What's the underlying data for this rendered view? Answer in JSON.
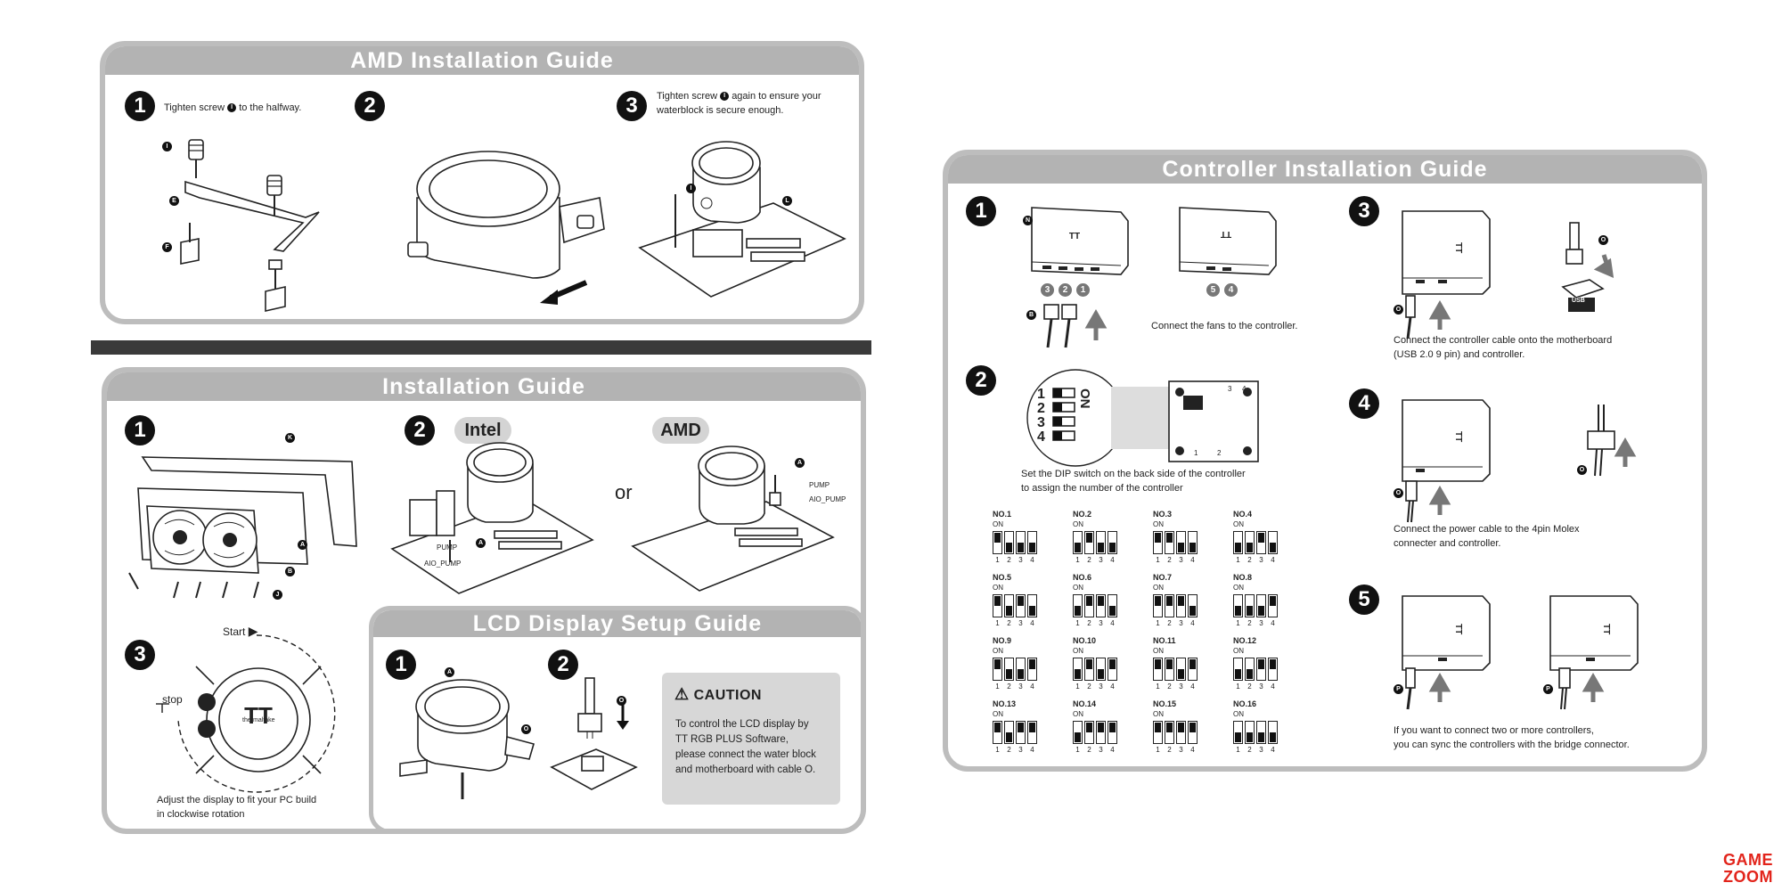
{
  "amd": {
    "title": "AMD Installation Guide",
    "step1_text_a": "Tighten screw",
    "step1_badge": "I",
    "step1_text_b": "to the halfway.",
    "step3_text_a": "Tighten screw",
    "step3_badge": "I",
    "step3_text_b": "again to ensure your",
    "step3_text_c": "waterblock is secure enough.",
    "labels": {
      "i": "I",
      "e": "E",
      "f": "F",
      "l": "L"
    }
  },
  "install": {
    "title": "Installation Guide",
    "intel_label": "Intel",
    "amd_label": "AMD",
    "or_label": "or",
    "pump_label": "PUMP",
    "aio_pump_label": "AIO_PUMP",
    "pump_label_2": "PUMP",
    "aio_pump_label_2": "AIO_PUMP",
    "start_label": "Start",
    "stop_label": "stop",
    "brand_label": "thermaltake",
    "step3_text_a": "Adjust the display to fit your PC build",
    "step3_text_b": "in clockwise rotation",
    "labels": {
      "k": "K",
      "a": "A",
      "b": "B",
      "j": "J"
    }
  },
  "lcd": {
    "title": "LCD Display Setup Guide",
    "caution_title": "CAUTION",
    "caution_lines": [
      "To control the LCD display by",
      "TT RGB PLUS Software,",
      "please connect the water block",
      "and motherboard with cable O."
    ],
    "labels": {
      "a": "A",
      "o": "O"
    }
  },
  "controller": {
    "title": "Controller Installation Guide",
    "step1_text": "Connect the fans to the controller.",
    "step2_text_a": "Set the DIP switch on the back side of the controller",
    "step2_text_b": "to assign the number of the controller",
    "step3_text_a": "Connect the controller cable onto the motherboard",
    "step3_text_b": "(USB 2.0 9 pin) and controller.",
    "step4_text_a": "Connect the power cable to the 4pin Molex",
    "step4_text_b": "connecter and controller.",
    "step5_text_a": "If you want to connect two or more controllers,",
    "step5_text_b": "you can sync the controllers with the bridge connector.",
    "usb_label": "USB",
    "fan_ports": [
      "3",
      "2",
      "1",
      "5",
      "4"
    ],
    "dip_on_big": "ON",
    "dip_digits_big": [
      "1",
      "2",
      "3",
      "4"
    ],
    "board_numbers": [
      "1",
      "2",
      "3",
      "4"
    ],
    "labels": {
      "n": "N",
      "b": "B",
      "o": "O",
      "p": "P"
    },
    "dip_on": "ON",
    "dip_nums": [
      "1",
      "2",
      "3",
      "4"
    ],
    "dip_settings": [
      {
        "label": "NO.1",
        "on": [
          true,
          false,
          false,
          false
        ]
      },
      {
        "label": "NO.2",
        "on": [
          false,
          true,
          false,
          false
        ]
      },
      {
        "label": "NO.3",
        "on": [
          true,
          true,
          false,
          false
        ]
      },
      {
        "label": "NO.4",
        "on": [
          false,
          false,
          true,
          false
        ]
      },
      {
        "label": "NO.5",
        "on": [
          true,
          false,
          true,
          false
        ]
      },
      {
        "label": "NO.6",
        "on": [
          false,
          true,
          true,
          false
        ]
      },
      {
        "label": "NO.7",
        "on": [
          true,
          true,
          true,
          false
        ]
      },
      {
        "label": "NO.8",
        "on": [
          false,
          false,
          false,
          true
        ]
      },
      {
        "label": "NO.9",
        "on": [
          true,
          false,
          false,
          true
        ]
      },
      {
        "label": "NO.10",
        "on": [
          false,
          true,
          false,
          true
        ]
      },
      {
        "label": "NO.11",
        "on": [
          true,
          true,
          false,
          true
        ]
      },
      {
        "label": "NO.12",
        "on": [
          false,
          false,
          true,
          true
        ]
      },
      {
        "label": "NO.13",
        "on": [
          true,
          false,
          true,
          true
        ]
      },
      {
        "label": "NO.14",
        "on": [
          false,
          true,
          true,
          true
        ]
      },
      {
        "label": "NO.15",
        "on": [
          true,
          true,
          true,
          true
        ]
      },
      {
        "label": "NO.16",
        "on": [
          false,
          false,
          false,
          false
        ]
      }
    ]
  },
  "logo": {
    "line1": "GAME",
    "line2": "ZOOM",
    "color": "#e2241b"
  },
  "steps": {
    "one": "1",
    "two": "2",
    "three": "3",
    "four": "4",
    "five": "5"
  }
}
